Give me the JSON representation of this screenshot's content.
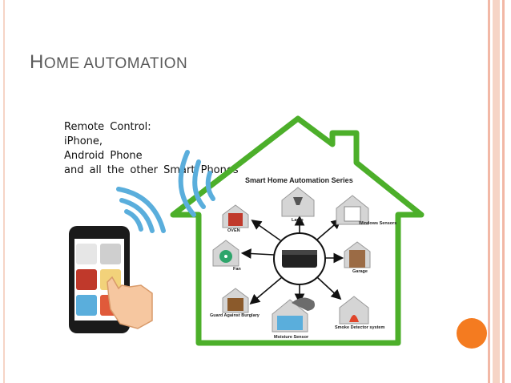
{
  "slide": {
    "title_first_letter": "H",
    "title_rest_1": "OME ",
    "title_rest_2": "AUTOMATION",
    "remote_lines": [
      "Remote  Control:",
      "iPhone,",
      "Android  Phone",
      "and  all  the  other  Smart  Phones"
    ]
  },
  "diagram": {
    "series_title": "Smart Home Automation Series",
    "labels": {
      "lamp": "Lamp",
      "windows": "Windows Sensors",
      "oven": "OVEN",
      "fan": "Fan",
      "garage": "Garage",
      "guard": "Guard Against Burglary",
      "moisture": "Moisture Sensor",
      "smoke": "Smoke Detector system"
    }
  },
  "colors": {
    "house_outline": "#4caf2a",
    "signal": "#5aaedc",
    "stripe_outer": "#f2b8a6",
    "stripe_inner": "#f6d4c6",
    "accent_dot": "#f47b20"
  }
}
